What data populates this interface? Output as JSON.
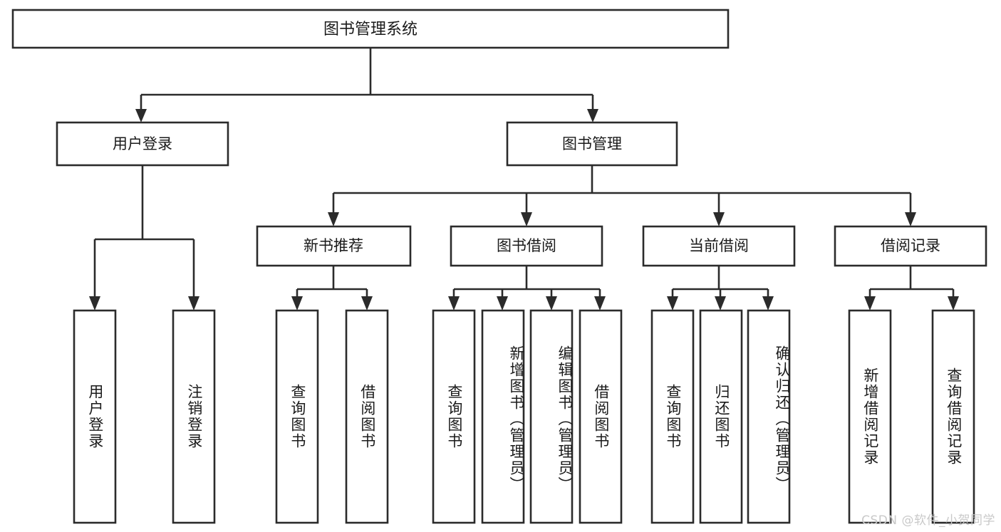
{
  "diagram": {
    "title": "图书管理系统",
    "watermark": "CSDN @软件_小贺同学",
    "colors": {
      "stroke": "#2b2b2b",
      "box_fill": "#ffffff",
      "text": "#1a1a1a",
      "background": "#ffffff",
      "watermark": "#c9c9c9"
    },
    "root": {
      "label": "图书管理系统"
    },
    "level2": [
      {
        "label": "用户登录"
      },
      {
        "label": "图书管理"
      }
    ],
    "level3": [
      {
        "label": "新书推荐"
      },
      {
        "label": "图书借阅"
      },
      {
        "label": "当前借阅"
      },
      {
        "label": "借阅记录"
      }
    ],
    "leaves": {
      "user_login": [
        {
          "label": "用户登录"
        },
        {
          "label": "注销登录"
        }
      ],
      "new_book_recommend": [
        {
          "label": "查询图书"
        },
        {
          "label": "借阅图书"
        }
      ],
      "book_borrow": [
        {
          "label": "查询图书"
        },
        {
          "label": "新增图书（管理员）"
        },
        {
          "label": "编辑图书（管理员）"
        },
        {
          "label": "借阅图书"
        }
      ],
      "current_borrow": [
        {
          "label": "查询图书"
        },
        {
          "label": "归还图书"
        },
        {
          "label": "确认归还（管理员）"
        }
      ],
      "borrow_record": [
        {
          "label": "新增借阅记录"
        },
        {
          "label": "查询借阅记录"
        }
      ]
    }
  }
}
